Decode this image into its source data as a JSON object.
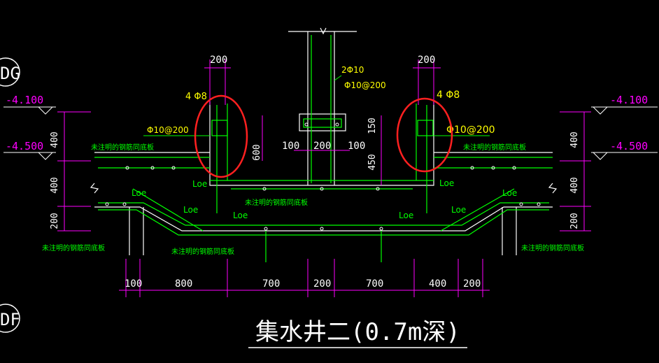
{
  "drawing_title": "集水井二(0.7m深)",
  "axis_markers": [
    "DG",
    "DF"
  ],
  "elevations": {
    "top": "-4.100",
    "bottom": "-4.500"
  },
  "rebar_notes": {
    "top_left": "4 Φ8",
    "top_right": "4 Φ8",
    "column_main": "2Φ10",
    "column_stirrup": "Φ10@200",
    "stirrup_left": "Φ10@200",
    "stirrup_right": "Φ10@200",
    "lap": "Loe",
    "note": "未注明的钢筋同底板"
  },
  "dims_top": {
    "left_width": "200",
    "right_width": "200"
  },
  "dims_side": {
    "a": "400",
    "b": "400",
    "c": "200"
  },
  "dims_center": {
    "d600": "600",
    "d150": "150",
    "d450": "450",
    "w100a": "100",
    "w200": "200",
    "w100b": "100"
  },
  "dims_bottom": [
    "100",
    "800",
    "700",
    "200",
    "700",
    "400",
    "200"
  ],
  "colors": {
    "wall": "#00ff00",
    "text": "#ffffff",
    "dimension": "#ff00ff",
    "highlight": "#ff0000",
    "level": "#ffff00"
  }
}
